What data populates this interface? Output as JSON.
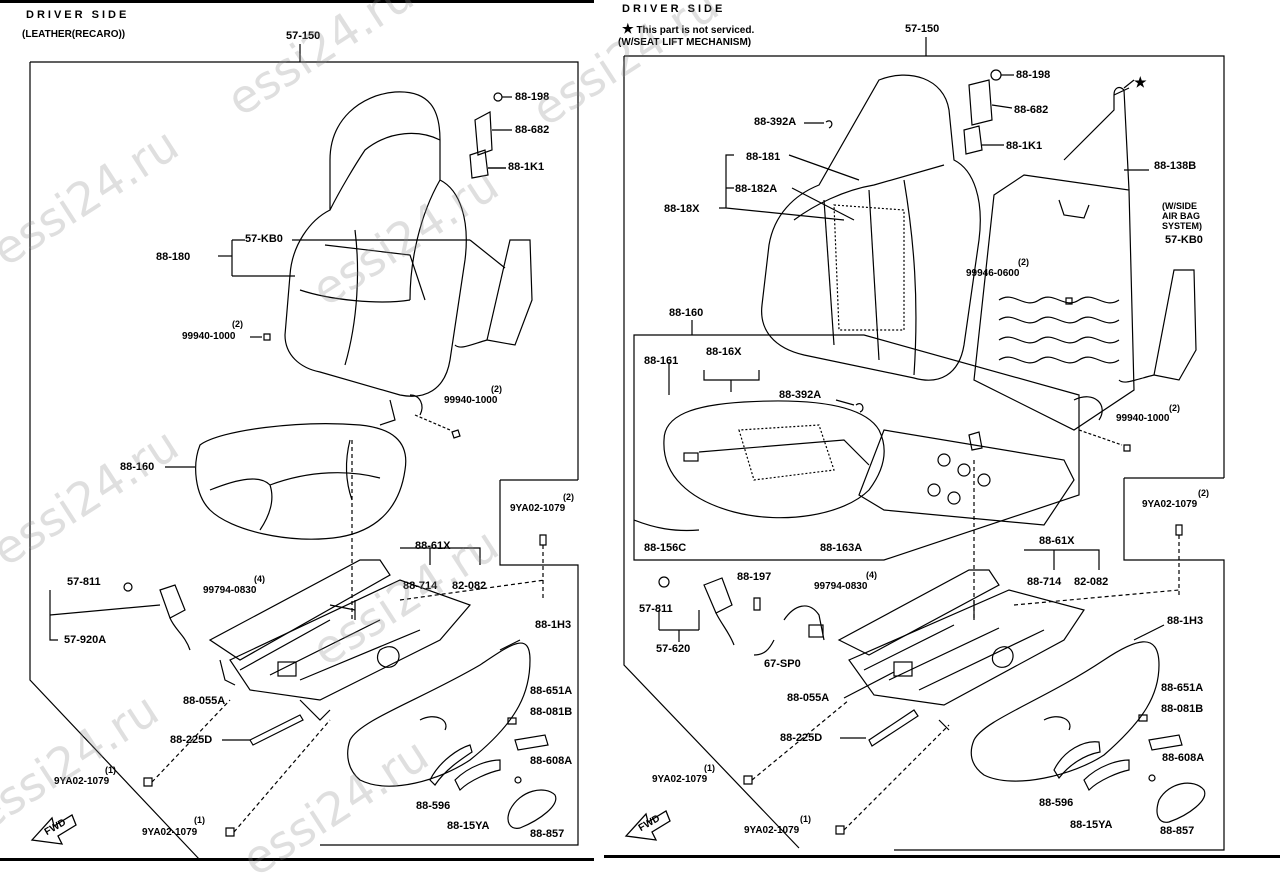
{
  "left": {
    "title": "DRIVER SIDE",
    "subtitle": "(LEATHER(RECARO))",
    "labels": {
      "p57_150": "57-150",
      "p88_198": "88-198",
      "p88_682": "88-682",
      "p88_1k1": "88-1K1",
      "p57_kb0": "57-KB0",
      "p88_180": "88-180",
      "q99940a": "(2)",
      "p99940a": "99940-1000",
      "q99940b": "(2)",
      "p99940b": "99940-1000",
      "p88_160": "88-160",
      "q9ya02a": "(2)",
      "p9ya02a": "9YA02-1079",
      "p88_61x": "88-61X",
      "q99794": "(4)",
      "p99794": "99794-0830",
      "p88_714": "88-714",
      "p82_082": "82-082",
      "p57_811": "57-811",
      "p57_920a": "57-920A",
      "p88_1h3": "88-1H3",
      "p88_055a": "88-055A",
      "p88_651a": "88-651A",
      "p88_081b": "88-081B",
      "p88_225d": "88-225D",
      "q9ya02b": "(1)",
      "p9ya02b": "9YA02-1079",
      "p88_608a": "88-608A",
      "p88_596": "88-596",
      "p88_15ya": "88-15YA",
      "q9ya02c": "(1)",
      "p9ya02c": "9YA02-1079",
      "p88_857": "88-857",
      "fwd": "FWD"
    }
  },
  "right": {
    "title": "DRIVER SIDE",
    "note_star": "★",
    "note": "This part is not serviced.",
    "subtitle": "(W/SEAT LIFT MECHANISM)",
    "labels": {
      "p57_150": "57-150",
      "p88_198": "88-198",
      "p88_682": "88-682",
      "p88_392a_top": "88-392A",
      "star": "★",
      "p88_1k1": "88-1K1",
      "p88_181": "88-181",
      "p88_138b": "88-138B",
      "p88_182a": "88-182A",
      "p88_18x": "88-18X",
      "side_airbag_1": "(W/SIDE",
      "side_airbag_2": "AIR BAG",
      "side_airbag_3": "SYSTEM)",
      "p57_kb0": "57-KB0",
      "q99946": "(2)",
      "p99946": "99946-0600",
      "p88_160": "88-160",
      "p88_161": "88-161",
      "p88_16x": "88-16X",
      "p88_392a_mid": "88-392A",
      "q99940": "(2)",
      "p99940": "99940-1000",
      "q9ya02a": "(2)",
      "p9ya02a": "9YA02-1079",
      "p88_156c": "88-156C",
      "p88_163a": "88-163A",
      "p88_61x": "88-61X",
      "p88_197": "88-197",
      "q99794": "(4)",
      "p99794": "99794-0830",
      "p88_714": "88-714",
      "p82_082": "82-082",
      "p57_811": "57-811",
      "p88_1h3": "88-1H3",
      "p57_620": "57-620",
      "p67_sp0": "67-SP0",
      "p88_055a": "88-055A",
      "p88_651a": "88-651A",
      "p88_081b": "88-081B",
      "p88_225d": "88-225D",
      "p88_608a": "88-608A",
      "q9ya02b": "(1)",
      "p9ya02b": "9YA02-1079",
      "p88_596": "88-596",
      "p88_15ya": "88-15YA",
      "q9ya02c": "(1)",
      "p9ya02c": "9YA02-1079",
      "p88_857": "88-857",
      "fwd": "FWD"
    }
  },
  "watermarks": [
    "essi24.ru",
    "essi24.ru",
    "essi24.ru",
    "essi24.ru",
    "essi24.ru",
    "essi24.ru",
    "essi24.ru",
    "essi24.ru"
  ]
}
